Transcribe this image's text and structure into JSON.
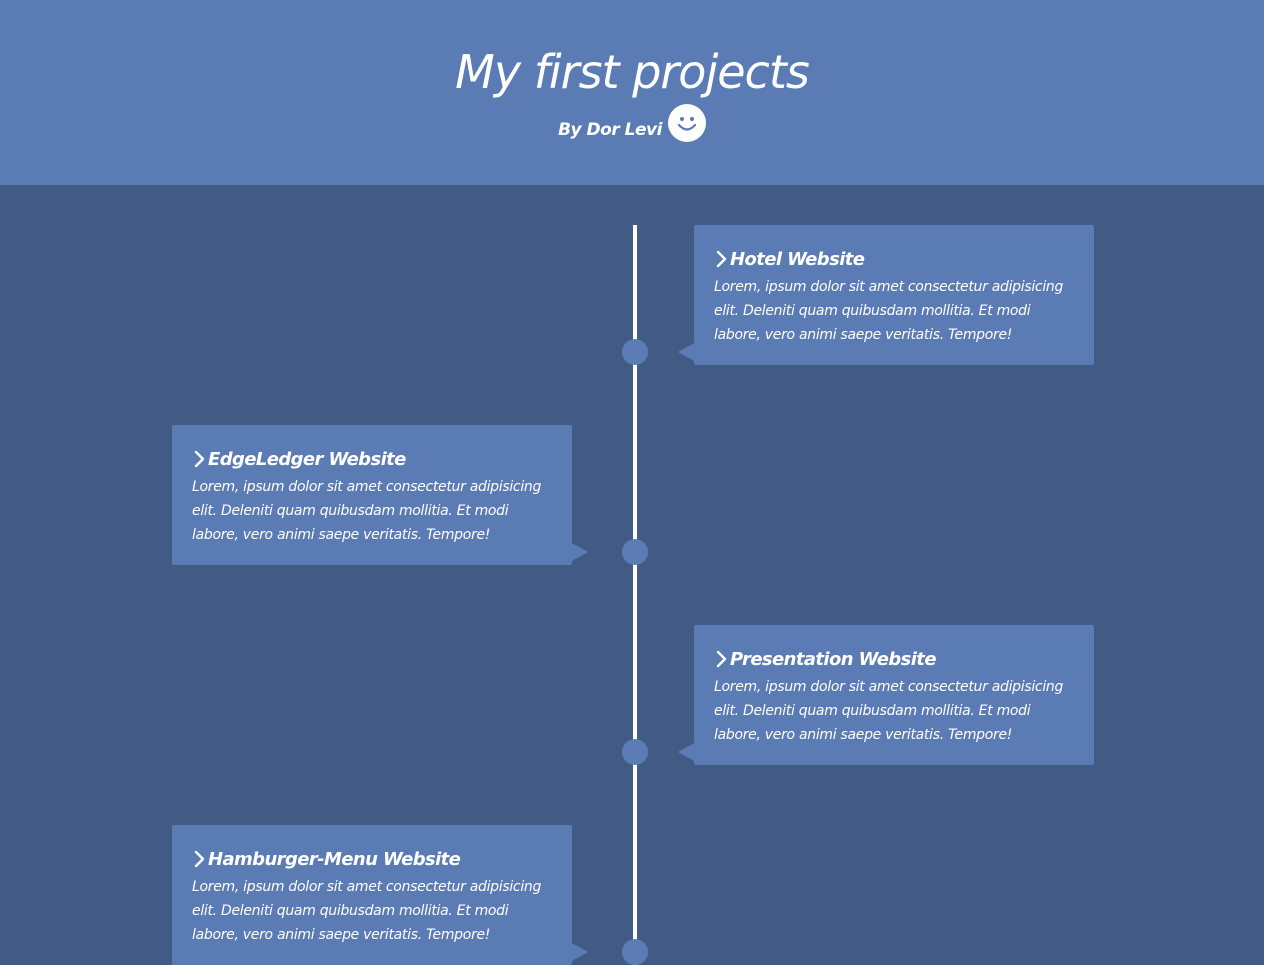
{
  "header": {
    "title": "My first projects",
    "author": "By Dor Levi",
    "icon": "smiley-icon",
    "background": "#5b7bb4"
  },
  "timeline": {
    "background": "#425b84",
    "line_color": "#ffffff",
    "items": [
      {
        "side": "right",
        "title": "Hotel Website",
        "text": "Lorem, ipsum dolor sit amet consectetur adipisicing elit. Deleniti quam quibusdam mollitia. Et modi labore, vero animi saepe veritatis. Tempore!"
      },
      {
        "side": "left",
        "title": "EdgeLedger Website",
        "text": "Lorem, ipsum dolor sit amet consectetur adipisicing elit. Deleniti quam quibusdam mollitia. Et modi labore, vero animi saepe veritatis. Tempore!"
      },
      {
        "side": "right",
        "title": "Presentation Website",
        "text": "Lorem, ipsum dolor sit amet consectetur adipisicing elit. Deleniti quam quibusdam mollitia. Et modi labore, vero animi saepe veritatis. Tempore!"
      },
      {
        "side": "left",
        "title": "Hamburger-Menu Website",
        "text": "Lorem, ipsum dolor sit amet consectetur adipisicing elit. Deleniti quam quibusdam mollitia. Et modi labore, vero animi saepe veritatis. Tempore!"
      }
    ]
  }
}
